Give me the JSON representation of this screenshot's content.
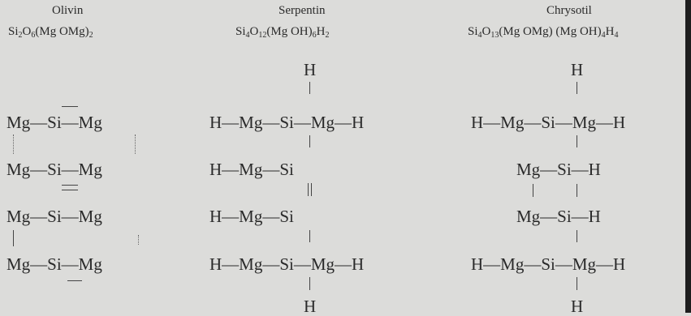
{
  "columns": [
    {
      "name": "Olivin",
      "formula": [
        "Si",
        "2",
        "O",
        "6",
        "(Mg OMg)",
        "2",
        "",
        ""
      ],
      "rows": [
        "Mg—Si—Mg",
        "Mg—Si—Mg",
        "Mg—Si—Mg",
        "Mg—Si—Mg"
      ]
    },
    {
      "name": "Serpentin",
      "formula": [
        "Si",
        "4",
        "O",
        "12",
        "(Mg OH)",
        "6",
        "H",
        "2"
      ],
      "top": "H",
      "rows": [
        "H—Mg—Si—Mg—H",
        "H—Mg—Si",
        "H—Mg—Si",
        "H—Mg—Si—Mg—H"
      ],
      "bottom": "H"
    },
    {
      "name": "Chrysotil",
      "formula": [
        "Si",
        "4",
        "O",
        "13",
        "(Mg OMg) (Mg OH)",
        "4",
        "H",
        "4"
      ],
      "top": "H",
      "rows": [
        "H—Mg—Si—Mg—H",
        "Mg—Si—H",
        "Mg—Si—H",
        "H—Mg—Si—Mg—H"
      ],
      "bottom": "H"
    }
  ],
  "colors": {
    "paper": "#dcdcda",
    "ink": "#2a2a2a",
    "edge": "#1e1e1e"
  }
}
